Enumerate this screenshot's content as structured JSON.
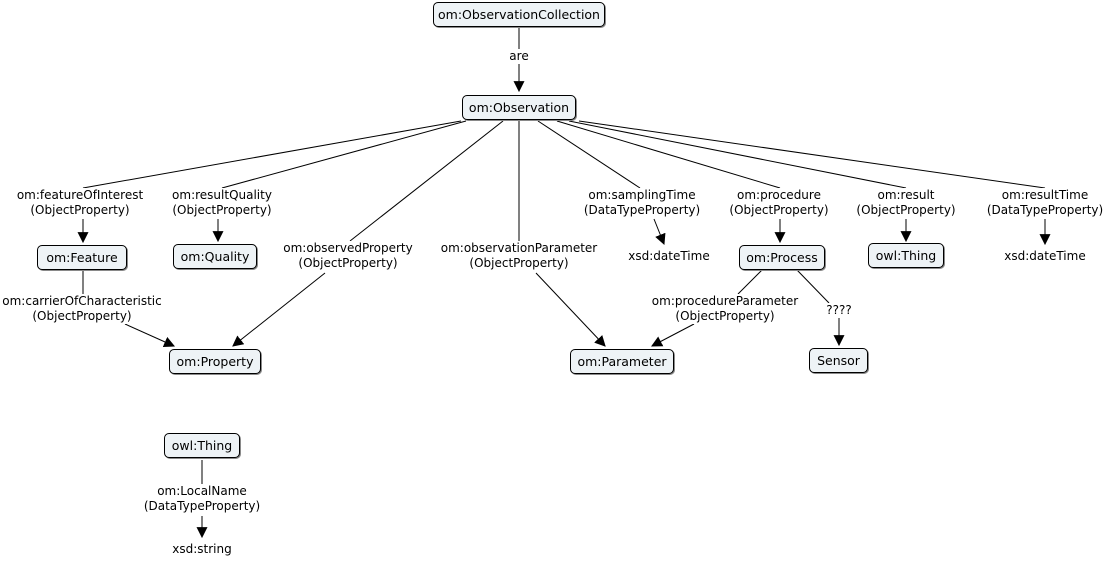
{
  "nodes": {
    "observation_collection": "om:ObservationCollection",
    "observation": "om:Observation",
    "feature": "om:Feature",
    "quality": "om:Quality",
    "property": "om:Property",
    "parameter": "om:Parameter",
    "process": "om:Process",
    "result_thing": "owl:Thing",
    "sensor": "Sensor",
    "standalone_thing": "owl:Thing"
  },
  "labels": {
    "are": "are",
    "feature_of_interest": {
      "name": "om:featureOfInterest",
      "type": "(ObjectProperty)"
    },
    "result_quality": {
      "name": "om:resultQuality",
      "type": "(ObjectProperty)"
    },
    "observed_property": {
      "name": "om:observedProperty",
      "type": "(ObjectProperty)"
    },
    "observation_parameter": {
      "name": "om:observationParameter",
      "type": "(ObjectProperty)"
    },
    "sampling_time": {
      "name": "om:samplingTime",
      "type": "(DataTypeProperty)"
    },
    "procedure": {
      "name": "om:procedure",
      "type": "(ObjectProperty)"
    },
    "result": {
      "name": "om:result",
      "type": "(ObjectProperty)"
    },
    "result_time": {
      "name": "om:resultTime",
      "type": "(DataTypeProperty)"
    },
    "carrier_of_characteristic": {
      "name": "om:carrierOfCharacteristic",
      "type": "(ObjectProperty)"
    },
    "procedure_parameter": {
      "name": "om:procedureParameter",
      "type": "(ObjectProperty)"
    },
    "unknown_relation": "????",
    "local_name": {
      "name": "om:LocalName",
      "type": "(DataTypeProperty)"
    }
  },
  "literals": {
    "sampling_time_value": "xsd:dateTime",
    "result_time_value": "xsd:dateTime",
    "local_name_value": "xsd:string"
  }
}
